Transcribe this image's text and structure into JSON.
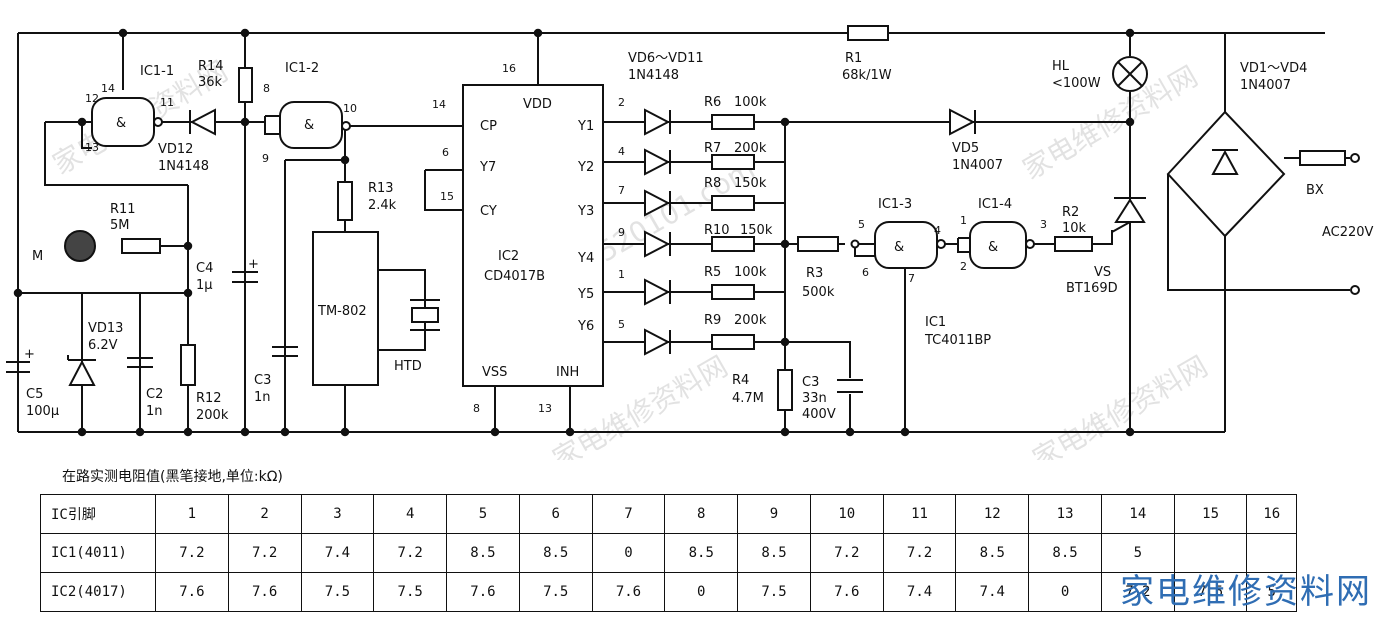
{
  "labels": {
    "ic1_1": "IC1-1",
    "r14": "R14",
    "r14v": "36k",
    "ic1_2": "IC1-2",
    "pin14a": "14",
    "pin12": "12",
    "pin13": "13",
    "pin11": "11",
    "pin8": "8",
    "pin9": "9",
    "pin10": "10",
    "vd12": "VD12",
    "vd12v": "1N4148",
    "r11": "R11",
    "r11v": "5M",
    "m": "M",
    "c4": "C4",
    "c4v": "1µ",
    "vd13": "VD13",
    "vd13v": "6.2V",
    "c5": "C5",
    "c5v": "100µ",
    "c2": "C2",
    "c2v": "1n",
    "r12": "R12",
    "r12v": "200k",
    "c3a": "C3",
    "c3av": "1n",
    "r13": "R13",
    "r13v": "2.4k",
    "tm": "TM-802",
    "htd": "HTD",
    "ic2_16": "16",
    "ic2_14": "14",
    "ic2_6": "6",
    "ic2_15": "15",
    "ic2_8": "8",
    "ic2_13": "13",
    "vdd": "VDD",
    "cp": "CP",
    "y7": "Y7",
    "cy": "CY",
    "ic2": "IC2",
    "ic2v": "CD4017B",
    "vss": "VSS",
    "inh": "INH",
    "y1": "Y1",
    "y2": "Y2",
    "y3": "Y3",
    "y4": "Y4",
    "y5": "Y5",
    "y6": "Y6",
    "p2": "2",
    "p4": "4",
    "p7": "7",
    "p9": "9",
    "p1": "1",
    "p5": "5",
    "vd6": "VD6～VD11",
    "vd6v": "1N4148",
    "r6": "R6",
    "r6v": "100k",
    "r7": "R7",
    "r7v": "200k",
    "r8": "R8",
    "r8v": "150k",
    "r10": "R10",
    "r10v": "150k",
    "r5": "R5",
    "r5v": "100k",
    "r9": "R9",
    "r9v": "200k",
    "r3": "R3",
    "r3v": "500k",
    "r4": "R4",
    "r4v": "4.7M",
    "c3": "C3",
    "c3v": "33n",
    "c3v2": "400V",
    "r1": "R1",
    "r1v": "68k/1W",
    "vd5": "VD5",
    "vd5v": "1N4007",
    "ic1_3": "IC1-3",
    "ic1_4": "IC1-4",
    "g5": "5",
    "g6": "6",
    "g4": "4",
    "g7": "7",
    "g1": "1",
    "g2": "2",
    "g3": "3",
    "r2": "R2",
    "r2v": "10k",
    "ic1": "IC1",
    "ic1v": "TC4011BP",
    "hl": "HL",
    "hlv": "<100W",
    "vs": "VS",
    "vsv": "BT169D",
    "vd1": "VD1～VD4",
    "vd1v": "1N4007",
    "bx": "BX",
    "ac": "AC220V"
  },
  "watermarks": [
    "家电维修资料网",
    "www.520101.com"
  ],
  "table": {
    "title": "在路实测电阻值(黑笔接地,单位:kΩ)",
    "header": [
      "IC引脚",
      "1",
      "2",
      "3",
      "4",
      "5",
      "6",
      "7",
      "8",
      "9",
      "10",
      "11",
      "12",
      "13",
      "14",
      "15",
      "16"
    ],
    "rows": [
      [
        "IC1(4011)",
        "7.2",
        "7.2",
        "7.4",
        "7.2",
        "8.5",
        "8.5",
        "0",
        "8.5",
        "8.5",
        "7.2",
        "7.2",
        "8.5",
        "8.5",
        "5",
        "",
        ""
      ],
      [
        "IC2(4017)",
        "7.6",
        "7.6",
        "7.5",
        "7.5",
        "7.6",
        "7.5",
        "7.6",
        "0",
        "7.5",
        "7.6",
        "7.4",
        "7.4",
        "0",
        "7.2",
        "7.5",
        "5"
      ]
    ]
  },
  "brand": "家电维修资料网"
}
